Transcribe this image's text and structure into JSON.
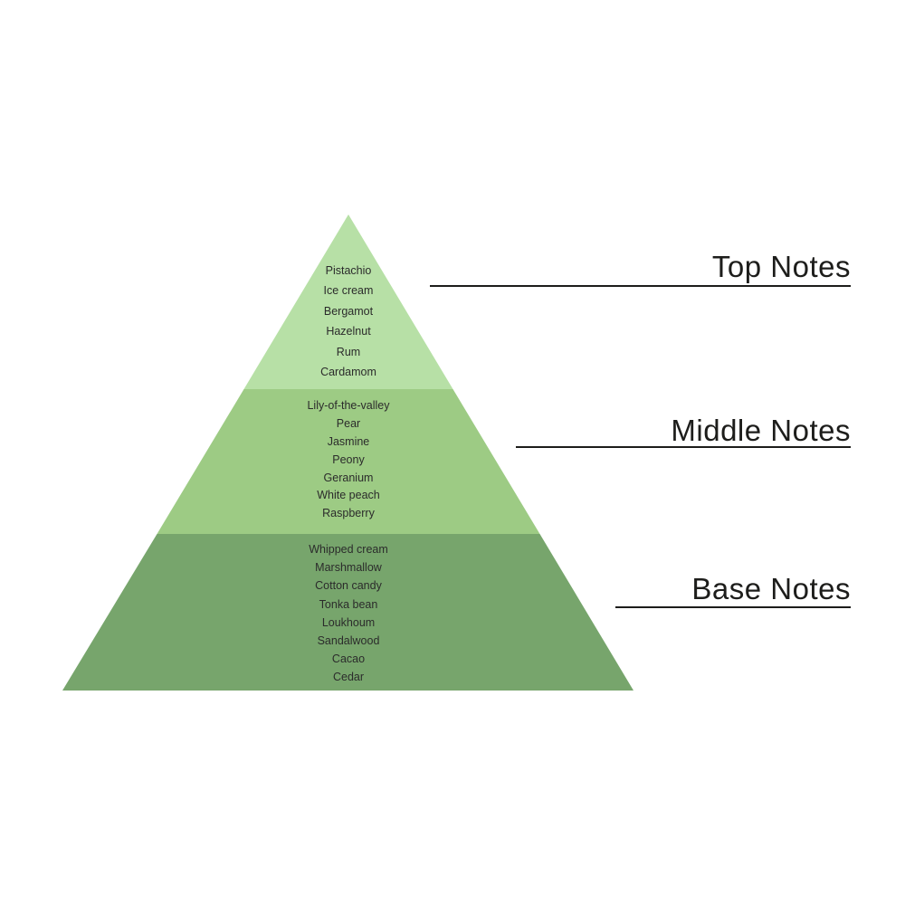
{
  "pyramid": {
    "tiers": [
      {
        "name": "Top Notes",
        "color": "#b7e0a6",
        "notes": [
          "Pistachio",
          "Ice cream",
          "Bergamot",
          "Hazelnut",
          "Rum",
          "Cardamom"
        ]
      },
      {
        "name": "Middle Notes",
        "color": "#9dcb84",
        "notes": [
          "Lily-of-the-valley",
          "Pear",
          "Jasmine",
          "Peony",
          "Geranium",
          "White peach",
          "Raspberry"
        ]
      },
      {
        "name": "Base Notes",
        "color": "#77a56c",
        "notes": [
          "Whipped cream",
          "Marshmallow",
          "Cotton candy",
          "Tonka bean",
          "Loukhoum",
          "Sandalwood",
          "Cacao",
          "Cedar"
        ]
      }
    ],
    "note_text_color": "#2b2b2b",
    "label_text_color": "#1d1d1b",
    "line_color": "#1d1d1b"
  }
}
